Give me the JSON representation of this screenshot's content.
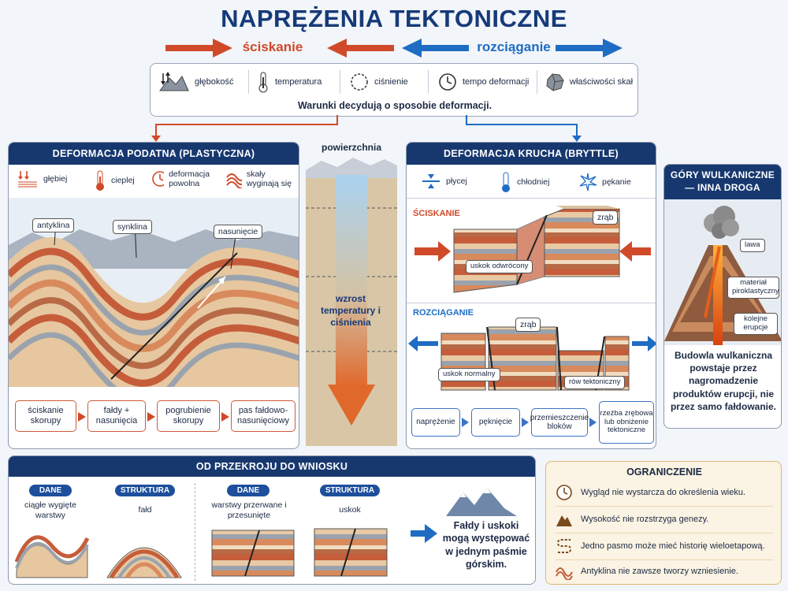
{
  "title": "NAPRĘŻENIA TEKTONICZNE",
  "modes": {
    "compression": "ściskanie",
    "extension": "rozciąganie"
  },
  "colors": {
    "compression": "#d04a2a",
    "extension": "#1f6cc4",
    "header": "#17386f"
  },
  "conditions": {
    "items": [
      {
        "icon": "depth-icon",
        "label": "głębokość"
      },
      {
        "icon": "thermometer-icon",
        "label": "temperatura"
      },
      {
        "icon": "pressure-icon",
        "label": "ciśnienie"
      },
      {
        "icon": "clock-icon",
        "label": "tempo deformacji"
      },
      {
        "icon": "rock-icon",
        "label": "właściwości skał"
      }
    ],
    "note": "Warunki decydują o sposobie deformacji."
  },
  "ductile": {
    "title": "DEFORMACJA PODATNA (PLASTYCZNA)",
    "props": [
      {
        "icon": "depth-arrows-icon",
        "label": "głębiej"
      },
      {
        "icon": "thermometer-icon",
        "label": "cieplej"
      },
      {
        "icon": "clock-icon",
        "label": "deformacja powolna"
      },
      {
        "icon": "folded-layers-icon",
        "label": "skały wyginają się"
      }
    ],
    "callouts": {
      "anticline": "antyklina",
      "syncline": "synklina",
      "thrust": "nasunięcie"
    },
    "flow": [
      "ściskanie skorupy",
      "fałdy + nasunięcia",
      "pogrubienie skorupy",
      "pas fałdowo-nasunięciowy"
    ]
  },
  "column": {
    "top": "powierzchnia",
    "label": "wzrost temperatury i ciśnienia"
  },
  "brittle": {
    "title": "DEFORMACJA KRUCHA (BRYTTLE)",
    "props": [
      {
        "icon": "shallow-icon",
        "label": "płycej"
      },
      {
        "icon": "thermometer-icon",
        "label": "chłodniej"
      },
      {
        "icon": "crack-icon",
        "label": "pękanie"
      }
    ],
    "compression_label": "ŚCISKANIE",
    "compression_callouts": {
      "horst": "zrąb",
      "reverse": "uskok odwrócony"
    },
    "extension_label": "ROZCIĄGANIE",
    "extension_callouts": {
      "horst": "zrąb",
      "normal": "uskok normalny",
      "graben": "rów tektoniczny"
    },
    "flow": [
      "naprężenie",
      "pęknięcie",
      "przemieszczenie bloków",
      "rzeźba zrębowa lub obniżenie tektoniczne"
    ]
  },
  "volcano": {
    "title": "GÓRY WULKANICZNE — INNA DROGA",
    "callouts": {
      "lava": "lawa",
      "pyroclastic": "materiał piroklastyczny",
      "eruptions": "kolejne erupcje"
    },
    "text": "Budowla wulkaniczna powstaje przez nagromadzenie produktów erupcji, nie przez samo fałdowanie."
  },
  "inference": {
    "title": "OD PRZEKROJU DO WNIOSKU",
    "pairs": [
      {
        "tag": "DANE",
        "text": "ciągłe wygięte warstwy"
      },
      {
        "tag": "STRUKTURA",
        "text": "fałd"
      },
      {
        "tag": "DANE",
        "text": "warstwy przerwane i przesunięte"
      },
      {
        "tag": "STRUKTURA",
        "text": "uskok"
      }
    ],
    "conclusion": "Fałdy i uskoki mogą występować w jednym paśmie górskim."
  },
  "limits": {
    "title": "OGRANICZENIE",
    "items": [
      {
        "icon": "clock-icon",
        "text": "Wygląd nie wystarcza do określenia wieku."
      },
      {
        "icon": "mountain-icon",
        "text": "Wysokość nie rozstrzyga genezy."
      },
      {
        "icon": "path-icon",
        "text": "Jedno pasmo może mieć historię wieloetapową."
      },
      {
        "icon": "wave-icon",
        "text": "Antyklina nie zawsze tworzy wzniesienie."
      }
    ]
  }
}
